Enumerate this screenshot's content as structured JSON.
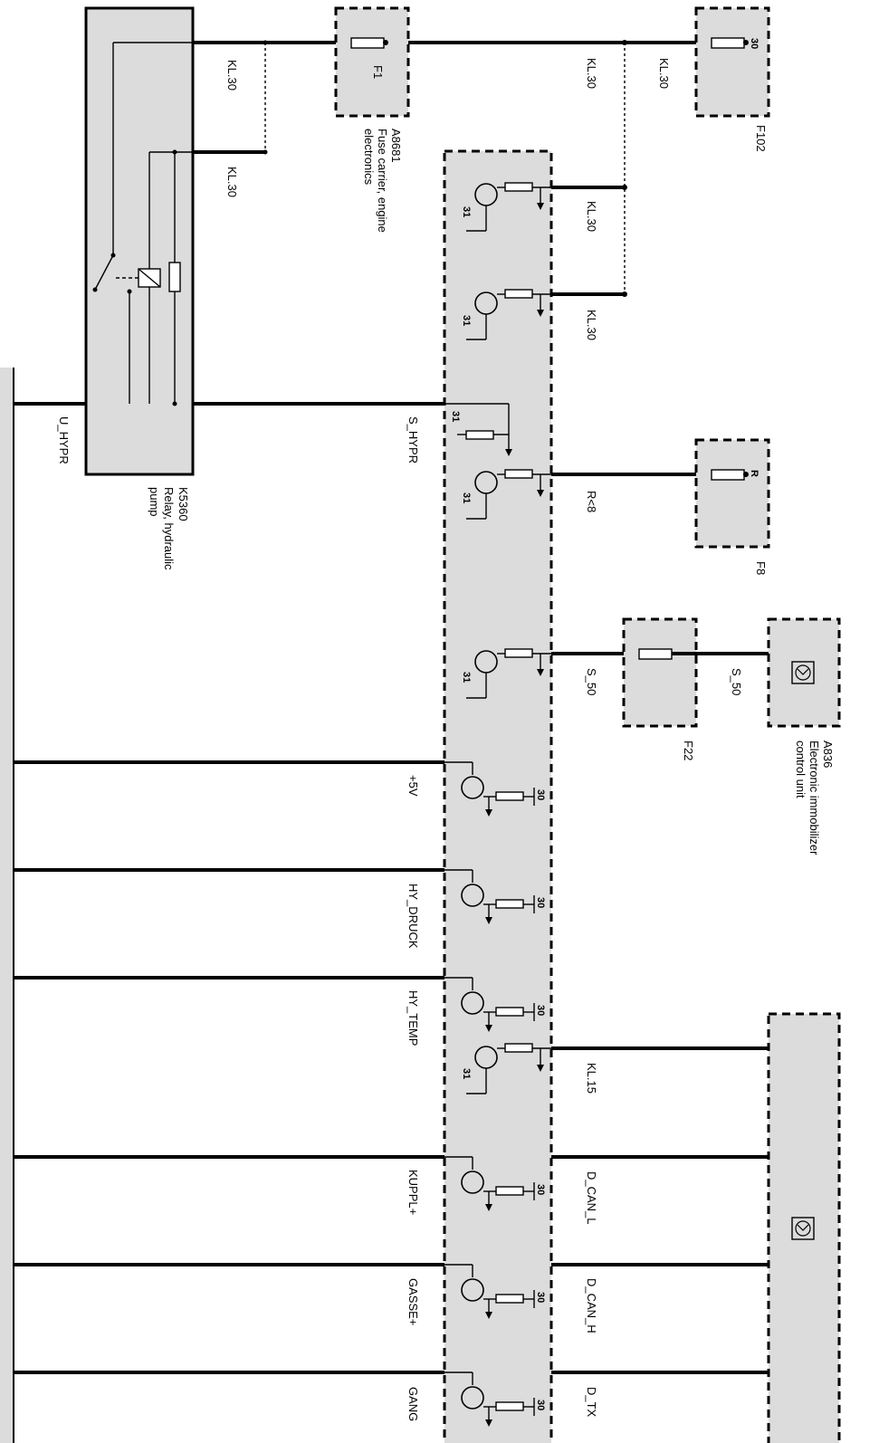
{
  "components": {
    "relay": {
      "id": "K5360",
      "desc_lines": [
        "Relay, hydraulic",
        "pump"
      ]
    },
    "fuse_carrier": {
      "id": "A8681",
      "desc_lines": [
        "Fuse carrier, engine",
        "electronics"
      ],
      "fuse": "F1"
    },
    "fuse_f102": {
      "id": "F102",
      "pin": "30"
    },
    "fuse_f8": {
      "id": "F8",
      "pin": "R"
    },
    "fuse_f22": {
      "id": "F22"
    },
    "immobilizer": {
      "id": "A836",
      "desc_lines": [
        "Electronic immobilizer",
        "control unit"
      ]
    }
  },
  "wires": {
    "kl30_a": "KL.30",
    "kl30_b": "KL.30",
    "kl30_c": "KL.30",
    "kl30_d": "KL.30",
    "kl30_e": "KL.30",
    "kl30_f": "KL.30",
    "u_hypr": "U_HYPR",
    "s_hypr": "S_HYPR",
    "r8": "R<8",
    "s50_a": "S_50",
    "s50_b": "S_50",
    "plus5v": "+5V",
    "hy_druck": "HY_DRUCK",
    "hy_temp": "HY_TEMP",
    "kl15": "KL.15",
    "kuppl": "KUPPL+",
    "d_can_l": "D_CAN_L",
    "gasse": "GASSE+",
    "d_can_h": "D_CAN_H",
    "gang": "GANG",
    "d_tx": "D_TX"
  },
  "pins": {
    "p31": "31",
    "p30": "30"
  },
  "icons": [
    "ground-symbol-icon",
    "transistor-icon",
    "resistor-icon",
    "control-unit-icon"
  ]
}
